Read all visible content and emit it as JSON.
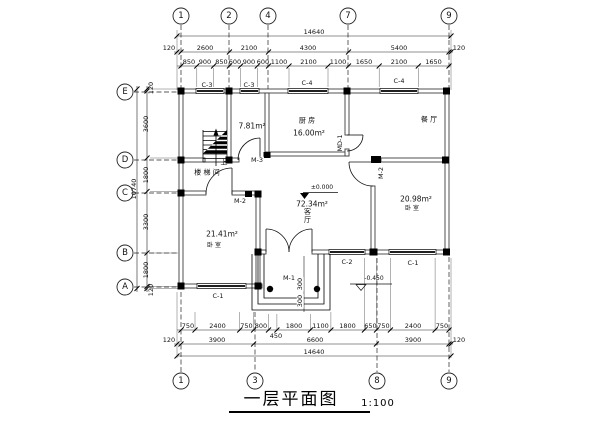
{
  "title": {
    "text": "一层平面图",
    "scale": "1:100"
  },
  "axes": {
    "top": [
      "1",
      "2",
      "4",
      "7",
      "9"
    ],
    "bottom": [
      "1",
      "3",
      "8",
      "9"
    ],
    "left": [
      "E",
      "D",
      "C",
      "B",
      "A"
    ]
  },
  "dims": {
    "top_total": "14640",
    "top_row2": [
      "120",
      "2600",
      "2100",
      "4300",
      "5400",
      "120"
    ],
    "top_row3": [
      "850",
      "900",
      "850",
      "600",
      "900",
      "600",
      "1100",
      "2100",
      "1100",
      "1650",
      "2100",
      "1650"
    ],
    "bottom_row1": [
      "750",
      "2400",
      "750",
      "800",
      "1800",
      "1100",
      "1800",
      "650",
      "750",
      "2400",
      "750"
    ],
    "bottom_row1_sub": "450",
    "bottom_row2": [
      "120",
      "3900",
      "6600",
      "3900",
      "120"
    ],
    "bottom_total": "14640",
    "left_col": [
      "120",
      "3600",
      "1800",
      "3300",
      "1800",
      "120"
    ],
    "left_total": "10740",
    "porch": [
      "300",
      "300"
    ]
  },
  "rooms": {
    "kitchen": {
      "name": "厨 房",
      "area": "16.00m²"
    },
    "dining": {
      "name": "餐 厅"
    },
    "stair": {
      "name": "楼 梯 间",
      "up": "上",
      "area": "7.81m²"
    },
    "living": {
      "name": "客厅",
      "area": "72.34m²",
      "level": "±0.000"
    },
    "bedroom_left": {
      "name": "卧 室",
      "area": "21.41m²"
    },
    "bedroom_right": {
      "name": "卧 室",
      "area": "20.98m²"
    }
  },
  "openings": {
    "windows_top": [
      "C-3",
      "C-3",
      "C-4",
      "C-4"
    ],
    "window_bottom_left": "C-1",
    "window_c2": "C-2",
    "window_bottom_right": "C-1",
    "door_main": "M-1",
    "door_m2_left": "M-2",
    "door_m2_right": "M-2",
    "door_m3": "M-3",
    "door_md1": "MD-1"
  },
  "levels": {
    "outdoor": "-0.450"
  }
}
